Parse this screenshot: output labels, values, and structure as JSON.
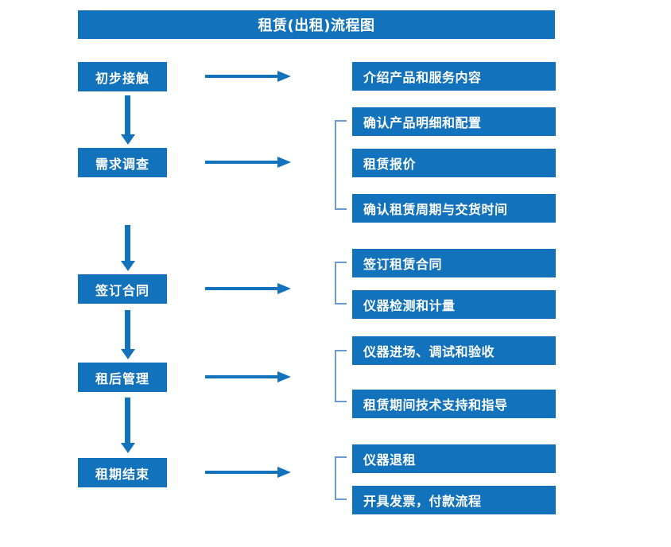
{
  "title": "租赁(出租)流程图",
  "colors": {
    "box_fill": "#1272BC",
    "box_text": "#FFFFFF",
    "arrow": "#1272BC",
    "bracket": "#6C9BD2",
    "background": "#FFFFFF"
  },
  "stages": [
    {
      "label": "初步接触"
    },
    {
      "label": "需求调查"
    },
    {
      "label": "签订合同"
    },
    {
      "label": "租后管理"
    },
    {
      "label": "租期结束"
    }
  ],
  "details": [
    {
      "label": "介绍产品和服务内容"
    },
    {
      "label": "确认产品明细和配置"
    },
    {
      "label": "租赁报价"
    },
    {
      "label": "确认租赁周期与交货时间"
    },
    {
      "label": "签订租赁合同"
    },
    {
      "label": "仪器检测和计量"
    },
    {
      "label": "仪器进场、调试和验收"
    },
    {
      "label": "租赁期间技术支持和指导"
    },
    {
      "label": "仪器退租"
    },
    {
      "label": "开具发票，付款流程"
    }
  ],
  "flow": {
    "stage_to_details": [
      {
        "stage": "初步接触",
        "details": [
          "介绍产品和服务内容"
        ]
      },
      {
        "stage": "需求调查",
        "details": [
          "确认产品明细和配置",
          "租赁报价",
          "确认租赁周期与交货时间"
        ]
      },
      {
        "stage": "签订合同",
        "details": [
          "签订租赁合同",
          "仪器检测和计量"
        ]
      },
      {
        "stage": "租后管理",
        "details": [
          "仪器进场、调试和验收",
          "租赁期间技术支持和指导"
        ]
      },
      {
        "stage": "租期结束",
        "details": [
          "仪器退租",
          "开具发票，付款流程"
        ]
      }
    ],
    "stage_sequence": [
      "初步接触",
      "需求调查",
      "签订合同",
      "租后管理",
      "租期结束"
    ]
  }
}
